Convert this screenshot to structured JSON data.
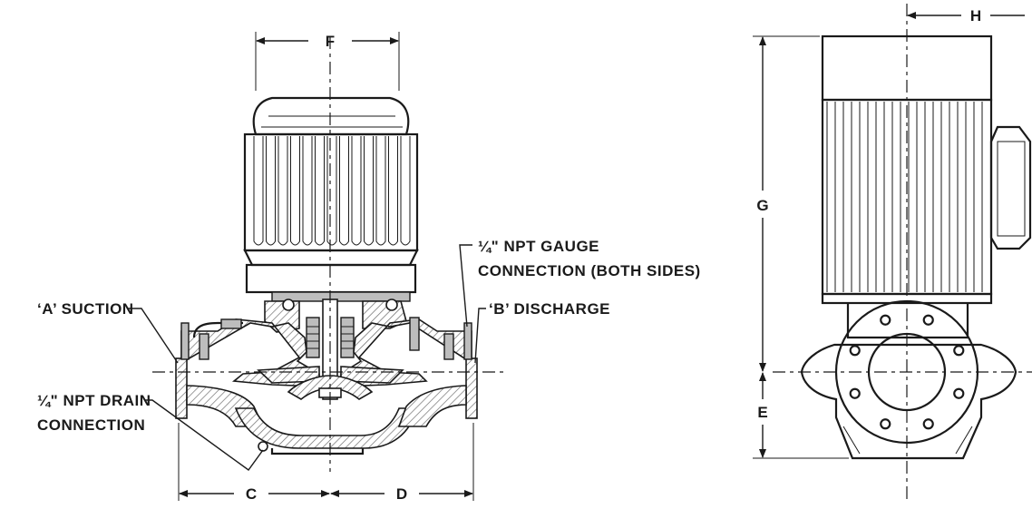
{
  "labels": {
    "suction": "‘A’ SUCTION",
    "discharge": "‘B’ DISCHARGE",
    "gauge_line1": "¼\" NPT GAUGE",
    "gauge_line2": "CONNECTION (BOTH SIDES)",
    "drain_line1": "¼\" NPT DRAIN",
    "drain_line2": "CONNECTION"
  },
  "dimensions": {
    "c": "C",
    "d": "D",
    "e": "E",
    "f": "F",
    "g": "G",
    "h": "H"
  }
}
